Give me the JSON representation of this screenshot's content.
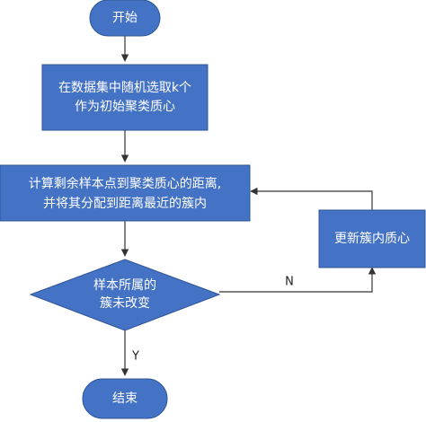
{
  "colors": {
    "node_fill": "#4472c4",
    "node_stroke": "#2f5597",
    "edge": "#333333",
    "background": "#ffffff"
  },
  "nodes": {
    "start": {
      "label": "开始"
    },
    "init": {
      "lines": [
        "在数据集中随机选取k个",
        "作为初始聚类质心"
      ]
    },
    "assign": {
      "lines": [
        "计算剩余样本点到聚类质心的距离,",
        "并将其分配到距离最近的簇内"
      ]
    },
    "update": {
      "label": "更新簇内质心"
    },
    "decision": {
      "lines": [
        "样本所属的",
        "簇未改变"
      ]
    },
    "end": {
      "label": "结束"
    }
  },
  "edges": {
    "no_label": "N",
    "yes_label": "Y"
  }
}
